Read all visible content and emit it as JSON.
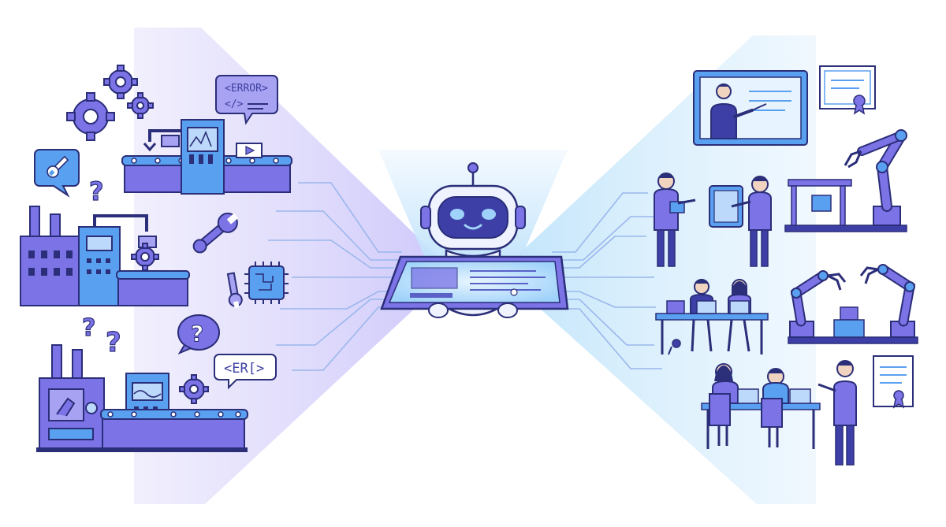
{
  "colors": {
    "outline": "#2b2e78",
    "purple": "#7b73e6",
    "purple_light": "#a8a2f2",
    "blue": "#5aa0f0",
    "blue_light": "#bcd9fb",
    "skin": "#f1d4c0",
    "glow_left": "#cfc9fb",
    "glow_right": "#c5e6fb",
    "background": "#ffffff"
  },
  "bubbles": {
    "error_top": "<ERROR>",
    "code_top": "</>",
    "error_bottom": "<ER[>"
  },
  "icons": [
    "gear-icon",
    "wrench-icon",
    "question-mark-icon",
    "microchip-icon",
    "factory-icon",
    "conveyor-belt-icon",
    "robot-assistant",
    "tablet-icon",
    "presentation-board-icon",
    "certificate-icon",
    "robot-arm-icon",
    "team-workers-icon"
  ]
}
